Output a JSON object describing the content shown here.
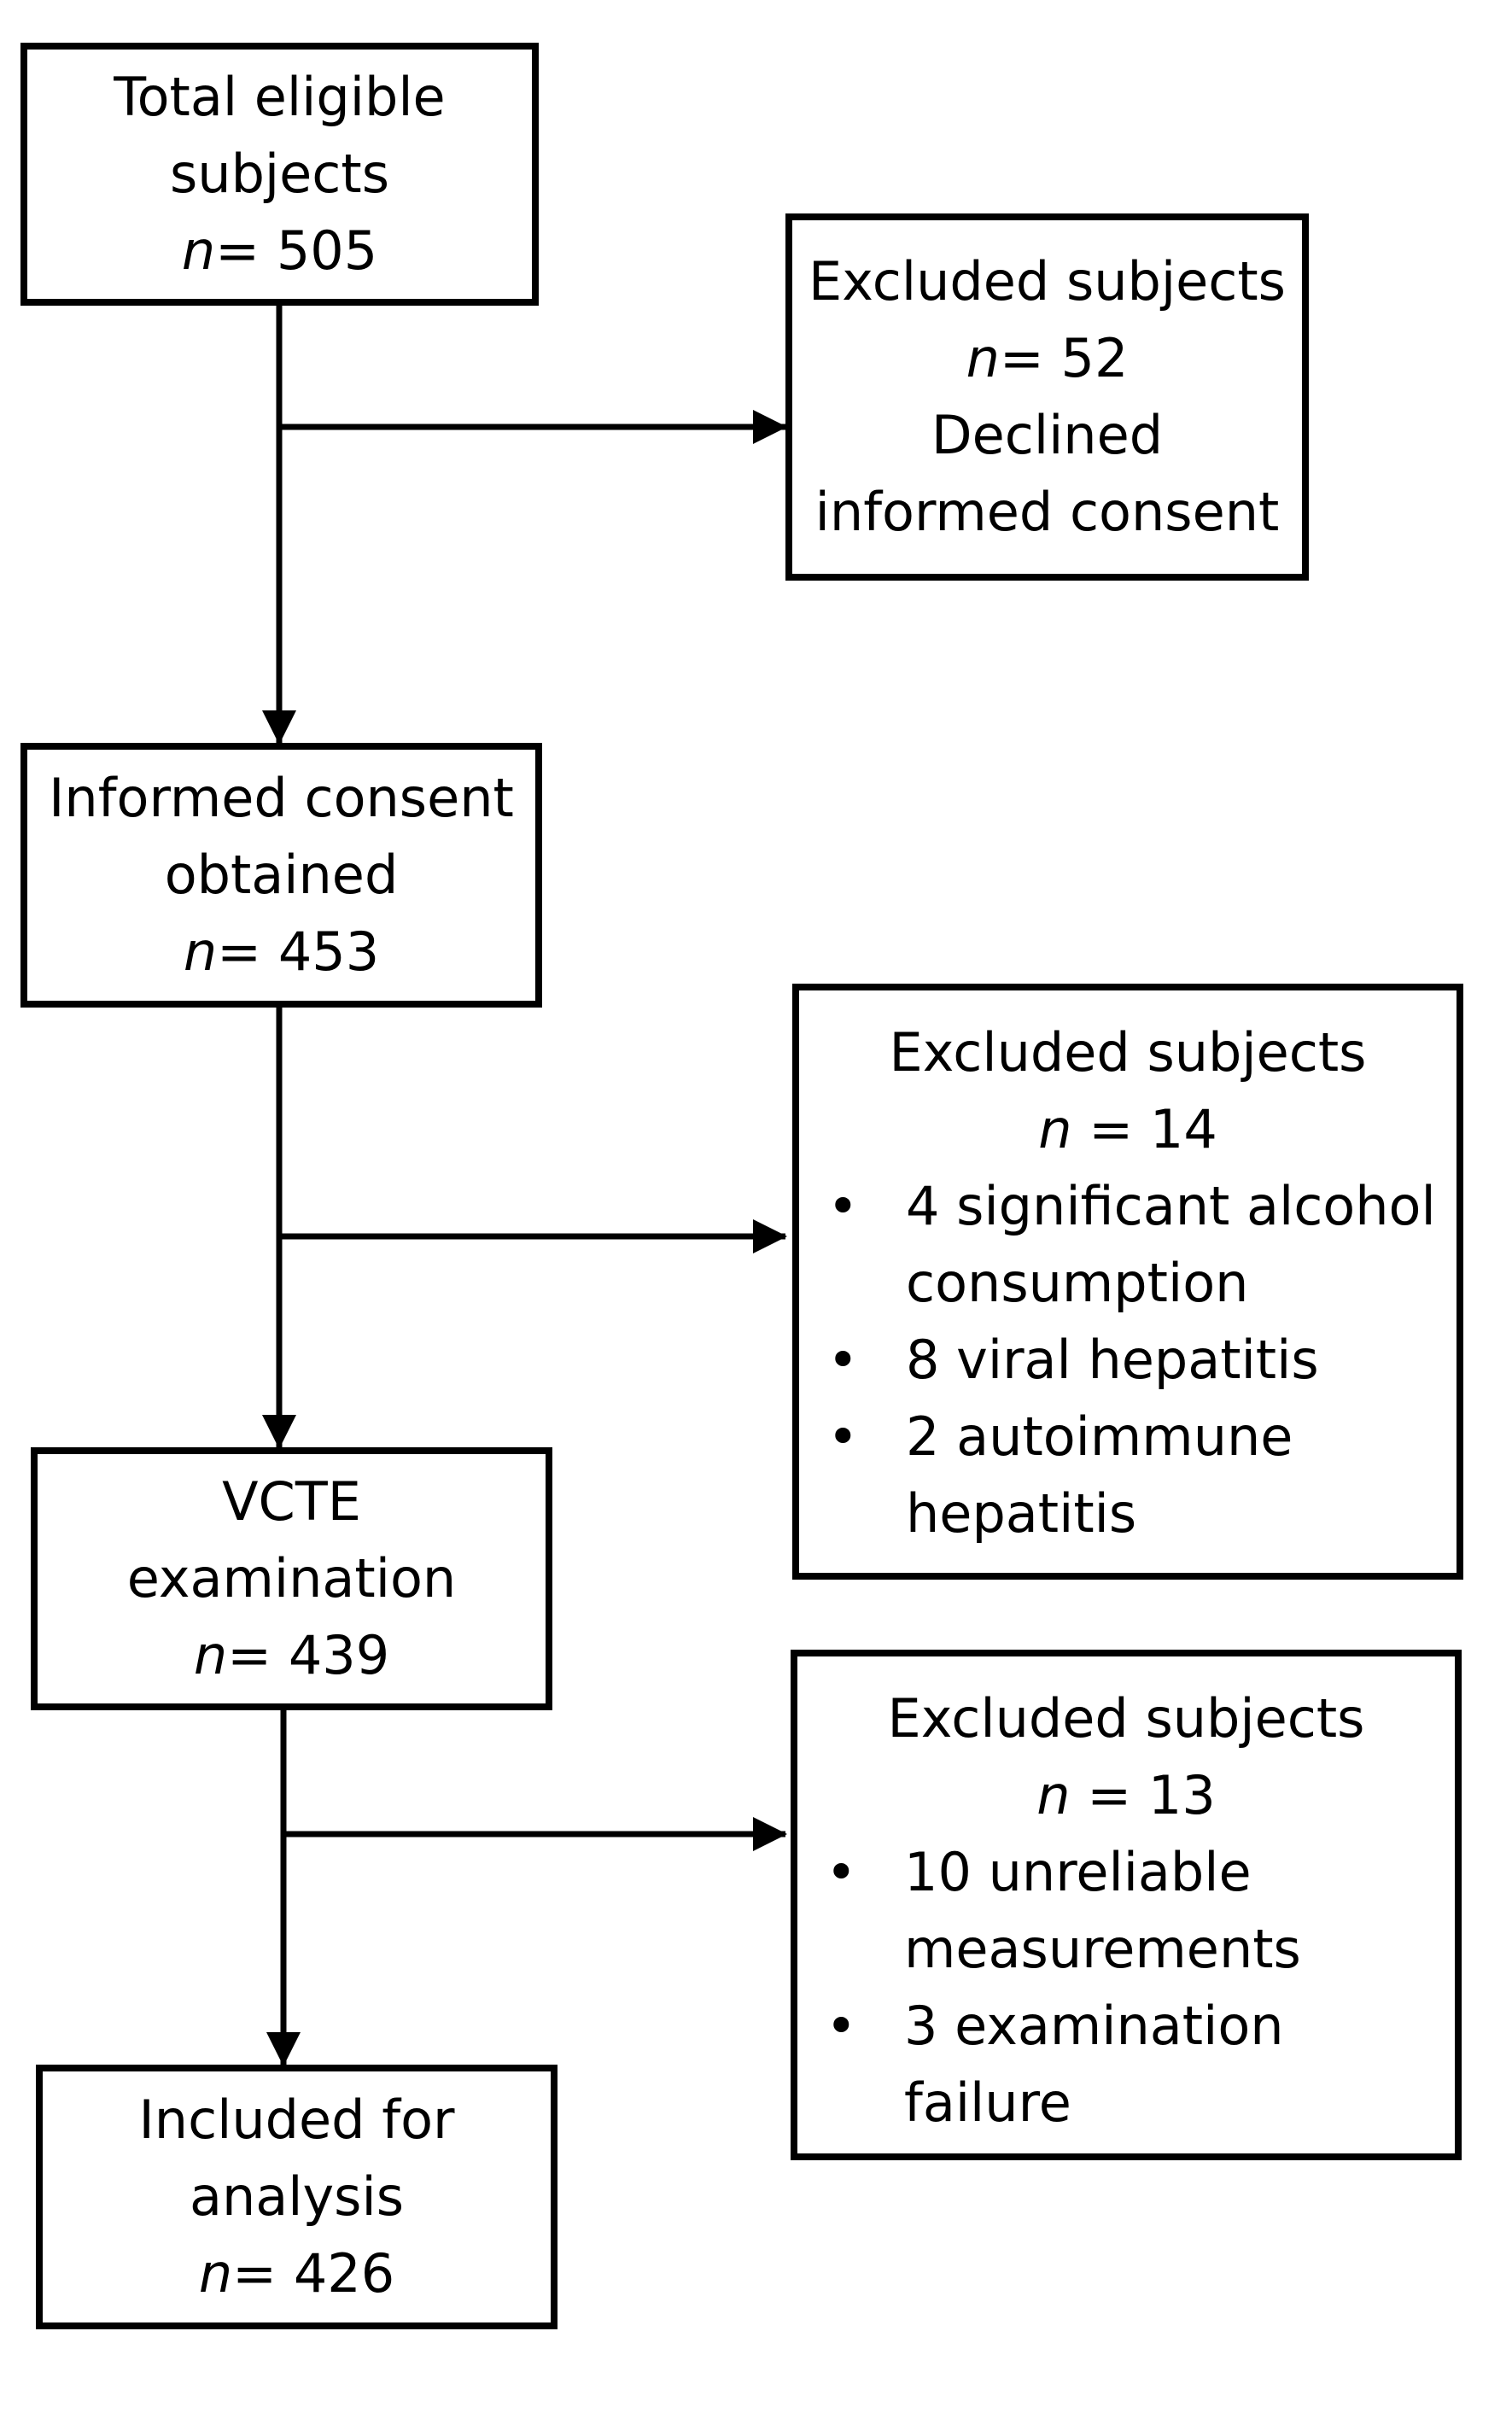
{
  "flowchart": {
    "main_steps": [
      {
        "lines": [
          "Total eligible",
          "subjects"
        ],
        "n_label": "n",
        "n_sep": "= ",
        "n_value": "505"
      },
      {
        "lines": [
          "Informed consent",
          "obtained"
        ],
        "n_label": "n",
        "n_sep": "= ",
        "n_value": "453"
      },
      {
        "lines": [
          "VCTE",
          "examination"
        ],
        "n_label": "n",
        "n_sep": "= ",
        "n_value": "439"
      },
      {
        "lines": [
          "Included for",
          "analysis"
        ],
        "n_label": "n",
        "n_sep": "= ",
        "n_value": "426"
      }
    ],
    "exclusions": [
      {
        "title": "Excluded subjects",
        "n_label": "n",
        "n_sep": "= ",
        "n_value": "52",
        "lines": [
          "Declined",
          "informed consent"
        ]
      },
      {
        "title": "Excluded subjects",
        "n_label": "n",
        "n_sep": " = ",
        "n_value": "14",
        "bullets": [
          {
            "lines": [
              "4 significant alcohol",
              "consumption"
            ]
          },
          {
            "lines": [
              "8 viral hepatitis"
            ]
          },
          {
            "lines": [
              "2 autoimmune",
              "hepatitis"
            ]
          }
        ]
      },
      {
        "title": "Excluded subjects",
        "n_label": "n",
        "n_sep": " = ",
        "n_value": "13",
        "bullets": [
          {
            "lines": [
              "10 unreliable",
              "measurements"
            ]
          },
          {
            "lines": [
              "3 examination",
              "failure"
            ]
          }
        ]
      }
    ],
    "bullet_char": "•"
  }
}
